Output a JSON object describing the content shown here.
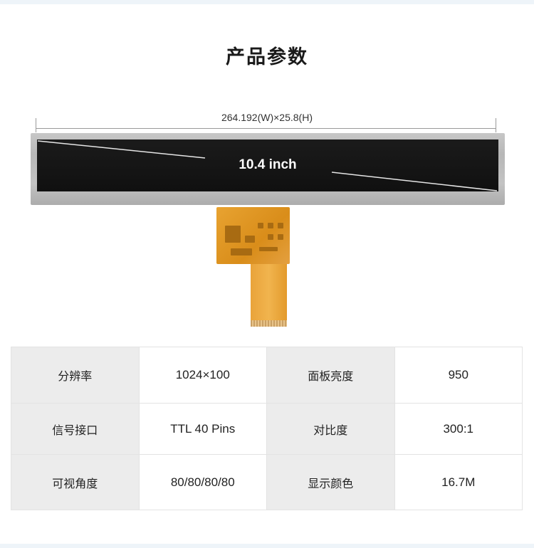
{
  "title": "产品参数",
  "dimension_label": "264.192(W)×25.8(H)",
  "screen_label": "10.4 inch",
  "specs": [
    {
      "label_left": "分辨率",
      "value_left": "1024×100",
      "label_right": "面板亮度",
      "value_right": "950"
    },
    {
      "label_left": "信号接口",
      "value_left": "TTL 40 Pins",
      "label_right": "对比度",
      "value_right": "300:1"
    },
    {
      "label_left": "可视角度",
      "value_left": "80/80/80/80",
      "label_right": "显示颜色",
      "value_right": "16.7M"
    }
  ]
}
